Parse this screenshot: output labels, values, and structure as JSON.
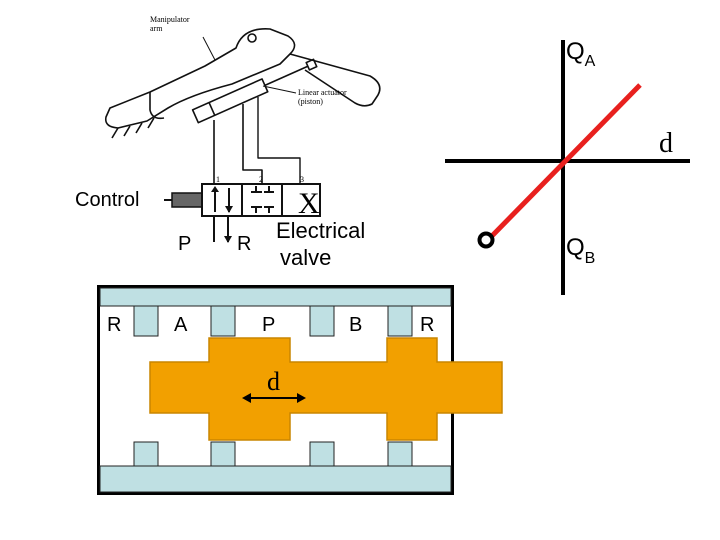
{
  "manipulator": {
    "arm_label": "Manipulator\narm",
    "actuator_label": "Linear actuator\n(piston)",
    "port_numbers": [
      "1",
      "2",
      "3"
    ]
  },
  "valve": {
    "control_label": "Control",
    "port_p": "P",
    "port_r": "R",
    "name_line1": "Electrical",
    "name_line2": "valve",
    "solenoid_symbol": "X"
  },
  "spool": {
    "ports": [
      "R",
      "A",
      "P",
      "B",
      "R"
    ],
    "displacement_label": "d"
  },
  "graph": {
    "x_label": "Q",
    "x_sub": "A",
    "y_label": "Q",
    "y_sub": "B",
    "line_label": "d"
  },
  "colors": {
    "spool": "#f2a000",
    "spool_border": "#c98500",
    "housing": "#bfe0e3",
    "line": "#e8201e"
  }
}
